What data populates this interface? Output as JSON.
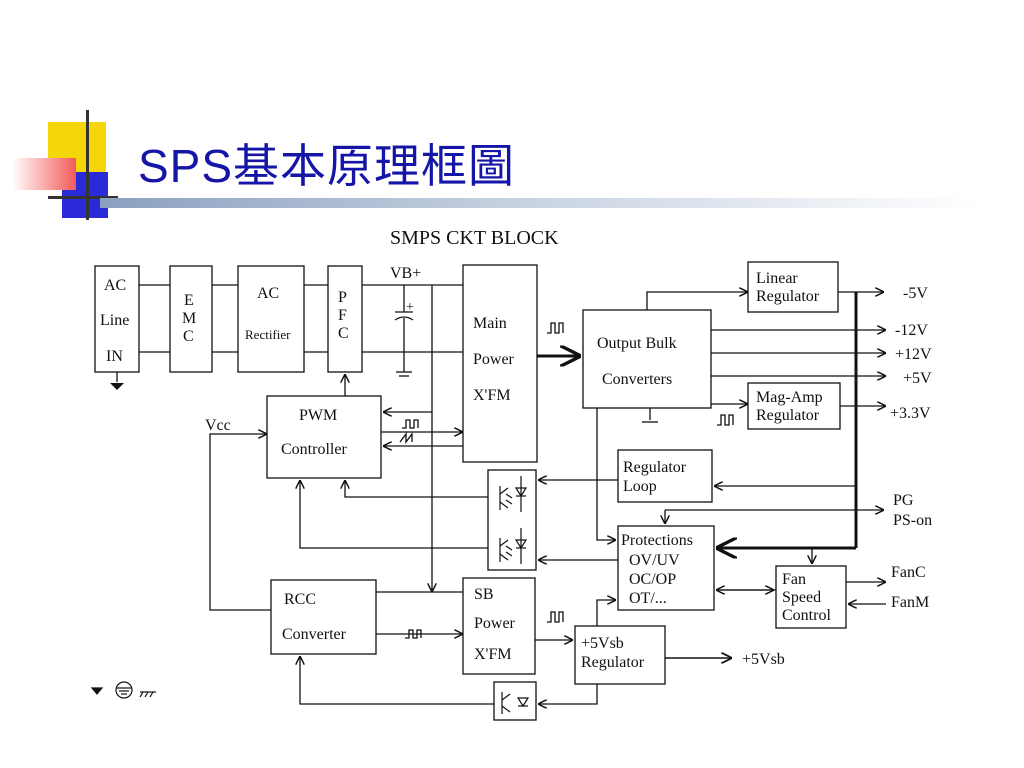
{
  "slide": {
    "title_latin": "SPS",
    "title_cjk": "基本原理框圖"
  },
  "diagram": {
    "heading": "SMPS CKT BLOCK",
    "blocks": {
      "ac_line_in": [
        "AC",
        "Line",
        "IN"
      ],
      "emc": [
        "E",
        "M",
        "C"
      ],
      "ac_rectifier": [
        "AC",
        "Rectifier"
      ],
      "pfc": [
        "P",
        "F",
        "C"
      ],
      "main_power": [
        "Main",
        "Power",
        "X'FM"
      ],
      "output_bulk": [
        "Output Bulk",
        "Converters"
      ],
      "linear_regulator": [
        "Linear",
        "Regulator"
      ],
      "mag_amp_regulator": [
        "Mag-Amp",
        "Regulator"
      ],
      "pwm_controller": [
        "PWM",
        "Controller"
      ],
      "regulator_loop": [
        "Regulator",
        "Loop"
      ],
      "protections": [
        "Protections",
        "OV/UV",
        "OC/OP",
        "OT/..."
      ],
      "fan_speed": [
        "Fan",
        "Speed",
        "Control"
      ],
      "rcc_converter": [
        "RCC",
        "Converter"
      ],
      "sb_power": [
        "SB",
        "Power",
        "X'FM"
      ],
      "vsb_regulator": [
        "+5Vsb",
        "Regulator"
      ]
    },
    "labels": {
      "vb_plus": "VB+",
      "vcc": "Vcc",
      "out_m5v": "-5V",
      "out_m12v": "-12V",
      "out_p12v": "+12V",
      "out_p5v": "+5V",
      "out_p3v3": "+3.3V",
      "pg": "PG",
      "ps_on": "PS-on",
      "fanc": "FanC",
      "fanm": "FanM",
      "out_5vsb": "+5Vsb",
      "cap_plus": "+"
    }
  }
}
